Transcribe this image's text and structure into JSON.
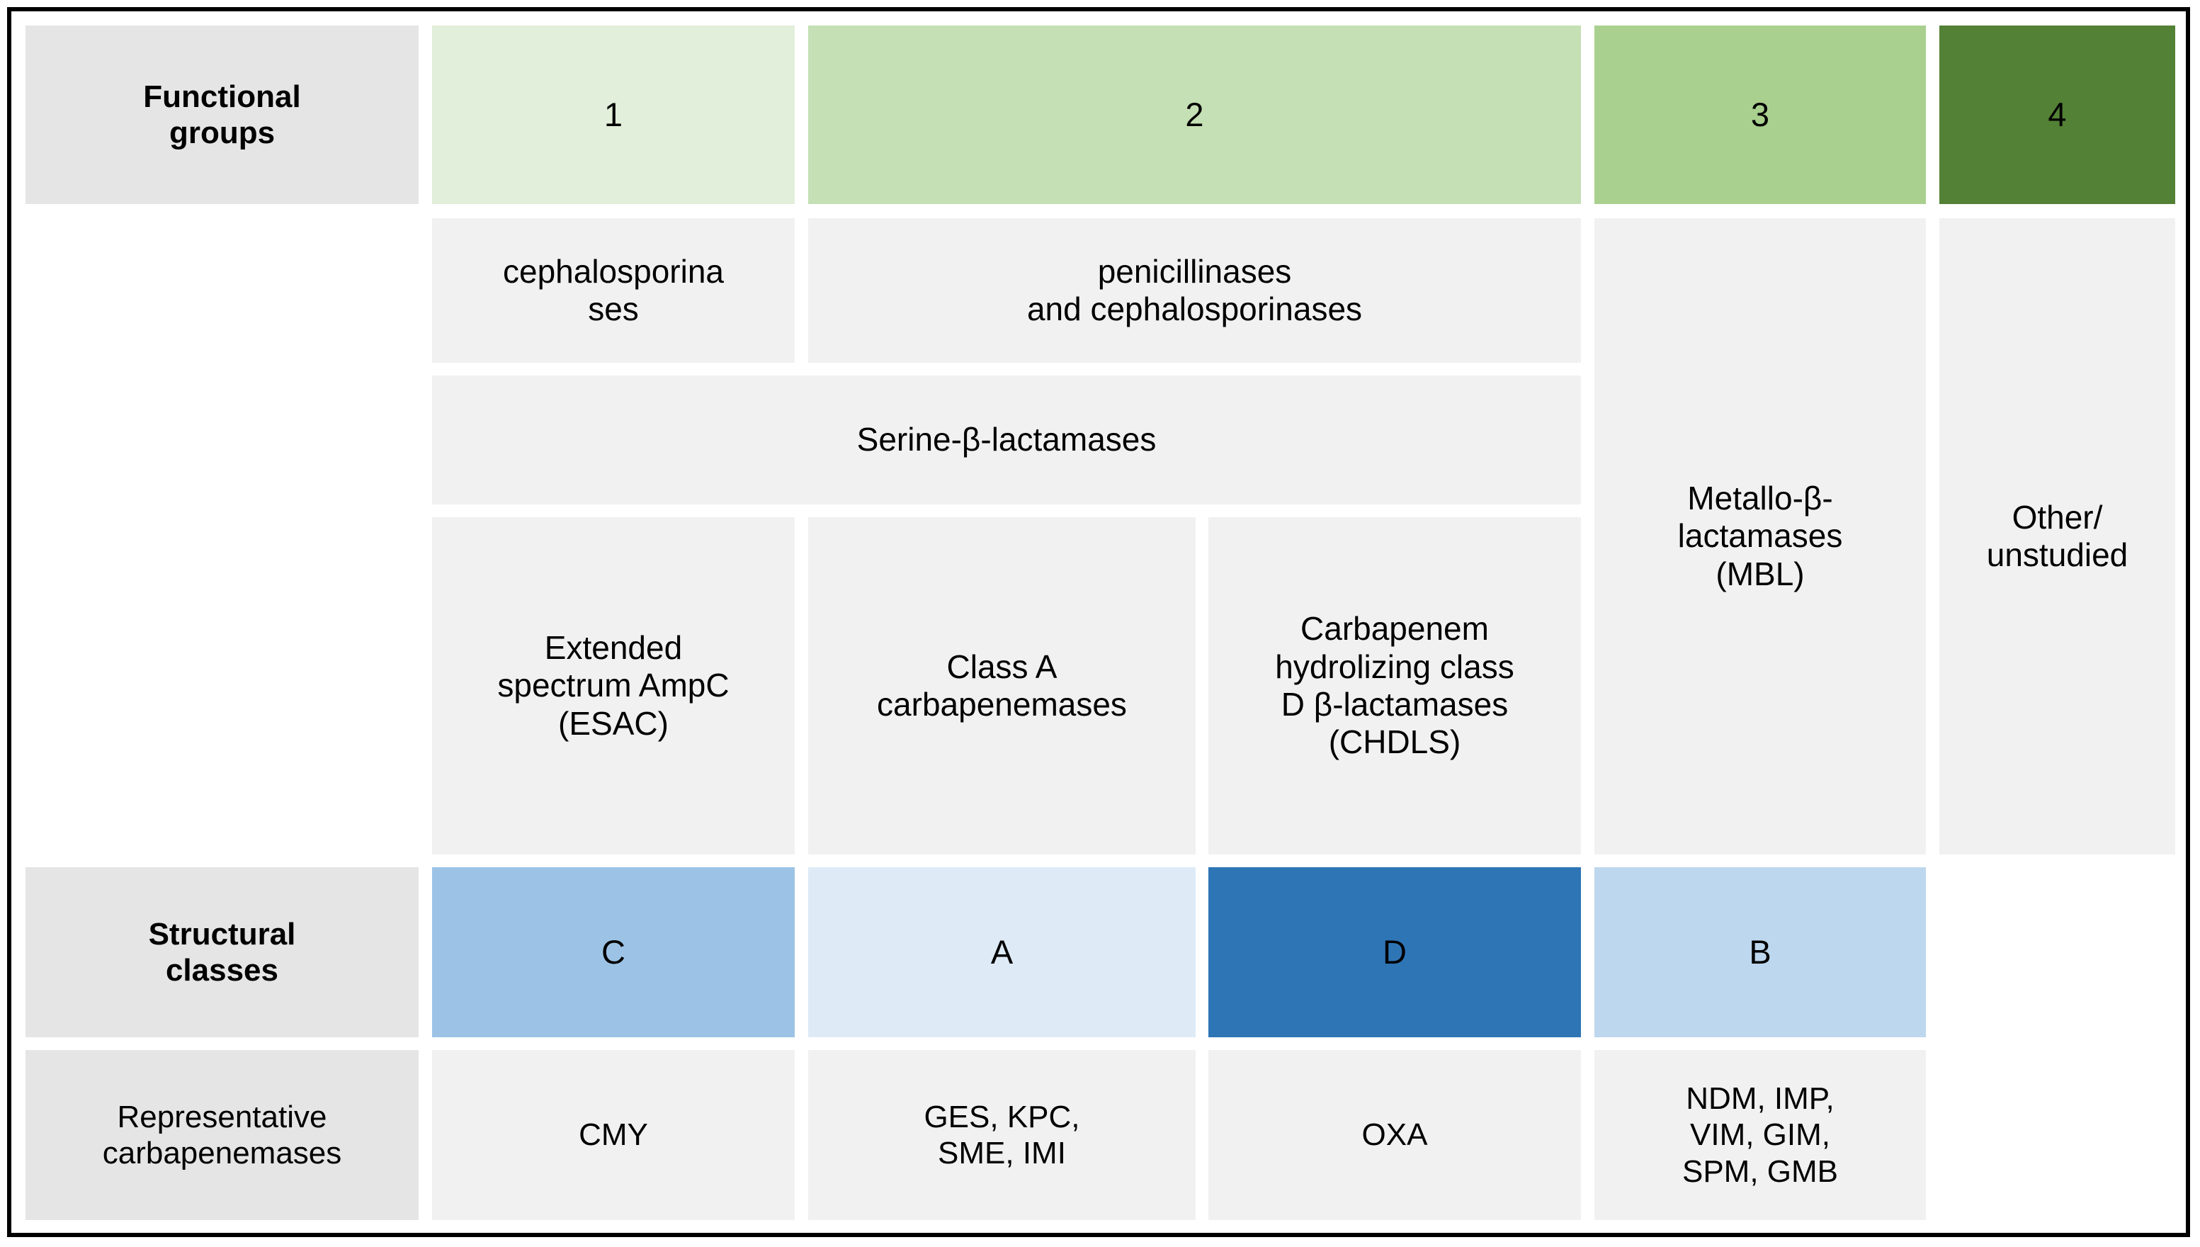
{
  "title": "Beta-lactamase classification table",
  "colors": {
    "label_bg": "#e5e5e5",
    "body_bg": "#f1f1f1",
    "border": "#000000",
    "group1": "#e2efda",
    "group2": "#c5e0b4",
    "group3": "#a9d08e",
    "group4": "#538135",
    "classC": "#9cc3e5",
    "classA": "#deebf7",
    "classD": "#2e75b6",
    "classB": "#bdd7ee"
  },
  "row_labels": {
    "functional_groups": "Functional\ngroups",
    "structural_classes": "Structural\nclasses",
    "representative_carbapenemases": "Representative\ncarbapenemases"
  },
  "functional_groups": [
    {
      "number": "1",
      "color": "#e2efda"
    },
    {
      "number": "2",
      "color": "#c5e0b4"
    },
    {
      "number": "3",
      "color": "#a9d08e"
    },
    {
      "number": "4",
      "color": "#538135"
    }
  ],
  "enzyme_types": [
    "cephalosporina\nses",
    "penicillinases\nand cephalosporinases"
  ],
  "serine_band": "Serine-β-lactamases",
  "subgroups": [
    "Extended\nspectrum AmpC\n(ESAC)",
    "Class A\ncarbapenemases",
    "Carbapenem\nhydrolizing class\nD β-lactamases\n(CHDLS)"
  ],
  "right_groups": {
    "metallo": "Metallo-β-\nlactamases\n(MBL)",
    "other": "Other/\nunstudied"
  },
  "structural_classes": [
    {
      "letter": "C",
      "color": "#9cc3e5"
    },
    {
      "letter": "A",
      "color": "#deebf7"
    },
    {
      "letter": "D",
      "color": "#2e75b6"
    },
    {
      "letter": "B",
      "color": "#bdd7ee"
    }
  ],
  "representative_carbapenemases": [
    "CMY",
    "GES, KPC,\nSME, IMI",
    "OXA",
    "NDM, IMP,\nVIM, GIM,\nSPM, GMB"
  ]
}
